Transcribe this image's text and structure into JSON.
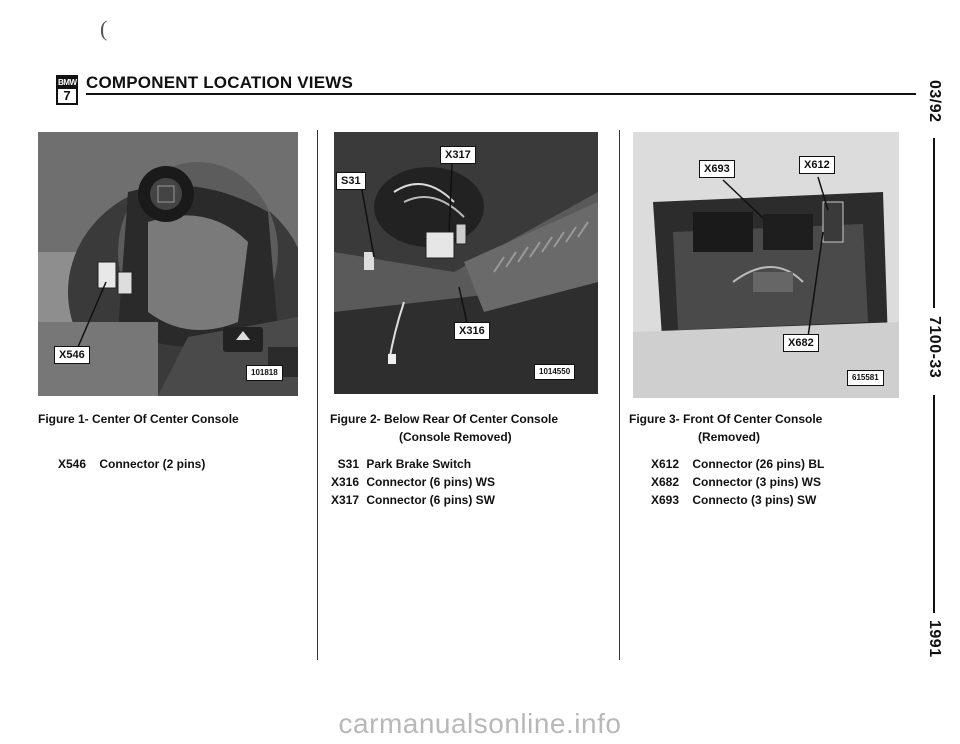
{
  "header": {
    "logo_top": "BMW",
    "logo_bottom": "7",
    "title": "COMPONENT LOCATION VIEWS"
  },
  "margin": {
    "date": "03/92",
    "code": "7100-33",
    "year": "1991"
  },
  "figures": [
    {
      "caption_line1": "Figure 1-  Center Of Center Console",
      "caption_line2": "",
      "photo_number": "101818",
      "callouts": [
        "X546"
      ],
      "legend": [
        {
          "code": "X546",
          "text": "Connector (2 pins)"
        }
      ]
    },
    {
      "caption_line1": "Figure 2-  Below Rear Of Center Console",
      "caption_line2": "(Console Removed)",
      "photo_number": "1014550",
      "callouts": [
        "X317",
        "S31",
        "X316"
      ],
      "legend": [
        {
          "code": "S31",
          "text": "Park Brake Switch"
        },
        {
          "code": "X316",
          "text": "Connector (6 pins) WS"
        },
        {
          "code": "X317",
          "text": "Connector (6 pins) SW"
        }
      ]
    },
    {
      "caption_line1": "Figure 3-  Front Of Center Console",
      "caption_line2": "(Removed)",
      "photo_number": "615581",
      "callouts": [
        "X693",
        "X612",
        "X682"
      ],
      "legend": [
        {
          "code": "X612",
          "text": "Connector (26 pins) BL"
        },
        {
          "code": "X682",
          "text": "Connector (3 pins) WS"
        },
        {
          "code": "X693",
          "text": "Connecto (3 pins) SW"
        }
      ]
    }
  ],
  "decor": {
    "stray_mark": "("
  },
  "watermark": "carmanualsonline.info"
}
